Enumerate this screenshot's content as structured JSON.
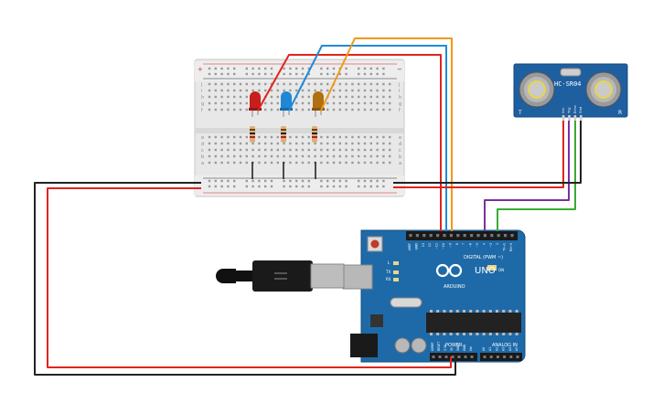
{
  "sensor": {
    "model": "HC-SR04",
    "pin_labels": [
      "Vcc",
      "Trig",
      "Echo",
      "Gnd"
    ],
    "corner_left": "T",
    "corner_right": "R"
  },
  "arduino": {
    "brand": "ARDUINO",
    "model": "UNO",
    "digital_label": "DIGITAL (PWM ~)",
    "power_label": "POWER",
    "analog_label": "ANALOG IN",
    "led_labels": [
      "L",
      "TX",
      "RX"
    ],
    "on_label": "ON",
    "digital_pins": [
      "AREF",
      "GND",
      "13",
      "12",
      "~11",
      "~10",
      "~9",
      "8",
      "7",
      "~6",
      "~5",
      "4",
      "~3",
      "2",
      "TX→1",
      "RX←0"
    ],
    "power_pins": [
      "IOREF",
      "RESET",
      "3.3V",
      "5V",
      "GND",
      "GND",
      "Vin"
    ],
    "analog_pins": [
      "A0",
      "A1",
      "A2",
      "A3",
      "A4",
      "A5"
    ]
  },
  "breadboard": {
    "row_letters_top": [
      "j",
      "i",
      "h",
      "g",
      "f"
    ],
    "row_letters_bottom": [
      "e",
      "d",
      "c",
      "b",
      "a"
    ],
    "plus": "+",
    "minus": "−"
  },
  "components": {
    "leds": [
      {
        "name": "red-led",
        "color": "#c81e1e"
      },
      {
        "name": "blue-led",
        "color": "#1e88d6"
      },
      {
        "name": "orange-led",
        "color": "#b0700f"
      }
    ]
  },
  "wire_colors": {
    "red": "#e0241c",
    "blue": "#1f8ad8",
    "orange": "#f0981a",
    "black": "#222222",
    "purple": "#7b2fa3",
    "green": "#3aaa35",
    "board": "#1e6aa8"
  }
}
